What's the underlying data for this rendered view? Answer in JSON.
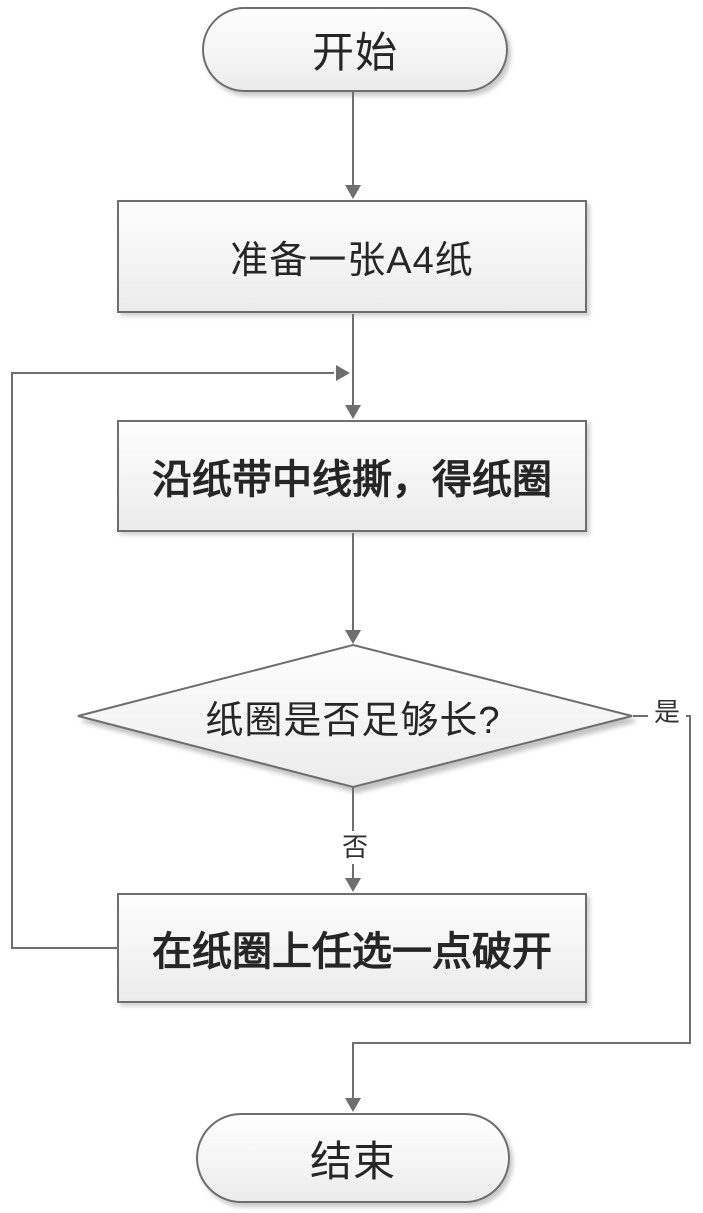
{
  "flowchart": {
    "nodes": {
      "start": {
        "label": "开始",
        "type": "terminator"
      },
      "prepare": {
        "label": "准备一张A4纸",
        "type": "process"
      },
      "tear": {
        "label": "沿纸带中线撕，得纸圈",
        "type": "process-bold"
      },
      "decision": {
        "label": "纸圈是否足够长?",
        "type": "decision"
      },
      "break": {
        "label": "在纸圈上任选一点破开",
        "type": "process-bold"
      },
      "end": {
        "label": "结束",
        "type": "terminator"
      }
    },
    "edge_labels": {
      "no": "否",
      "yes": "是"
    },
    "colors": {
      "connector_line": "#6e6e6e",
      "arrowhead": "#6e6e6e",
      "shape_border": "#6e6e6e",
      "shape_fill_top": "#fdfdfd",
      "shape_fill_bottom": "#ebebeb",
      "text": "#262626",
      "background": "#ffffff"
    }
  }
}
